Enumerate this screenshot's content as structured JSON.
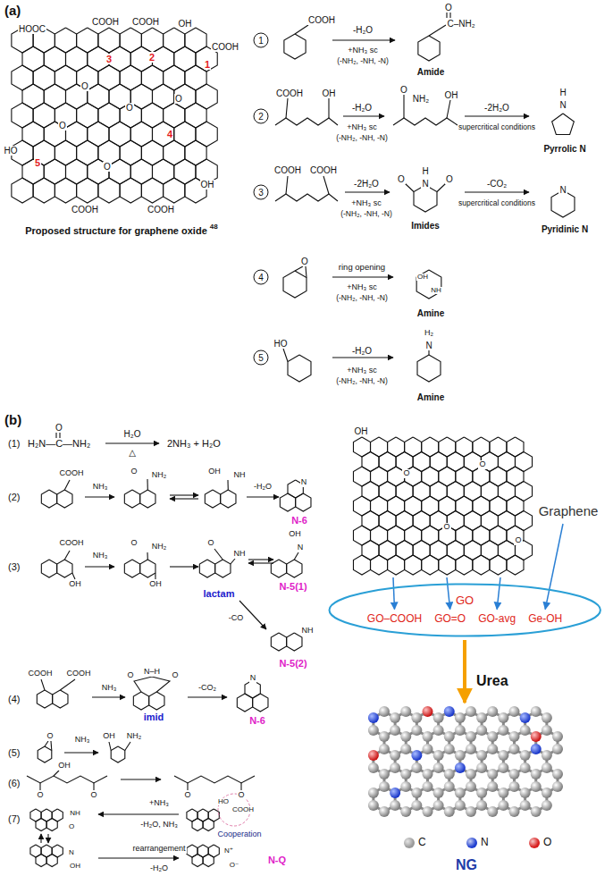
{
  "diagram": {
    "nodes": [
      {
        "text": [
          "GO",
          "GO–COOH",
          "GO=O",
          "GO-avg",
          "Ge-OH"
        ]
      }
    ],
    "labels": [
      "(a)",
      "HOOC",
      "COOH",
      "COOH",
      "OH",
      "COOH",
      "1",
      "2",
      "3",
      "4",
      "5",
      "HO",
      "O",
      "O",
      "O",
      "O",
      "O",
      "COOH",
      "COOH",
      "OH",
      "Proposed structure for graphene oxide",
      "48",
      "1",
      "2",
      "3",
      "4",
      "5",
      "COOH",
      "-H₂O",
      "+NH₃ sc",
      "(-NH₂, -NH, -N)",
      "O",
      "C–NH₂",
      "Amide",
      "COOH",
      "OH",
      "-H₂O",
      "+NH₃ sc",
      "(-NH₂, -NH, -N)",
      "O",
      "NH₂",
      "OH",
      "-2H₂O",
      "supercritical conditions",
      "H",
      "N",
      "Pyrrolic N",
      "COOH",
      "COOH",
      "-2H₂O",
      "+NH₃ sc",
      "(-NH₂, -NH, -N)",
      "H",
      "N",
      "O",
      "O",
      "Imides",
      "-CO₂",
      "supercritical conditions",
      "N",
      "Pyridinic N",
      "O",
      "ring opening",
      "+NH₃ sc",
      "(-NH₂, -NH, -N)",
      "OH",
      "NH",
      "Amine",
      "HO",
      "-H₂O",
      "+NH₃ sc",
      "(-NH₂, -NH, -N)",
      "H₂",
      "N",
      "Amine",
      "(b)",
      "(1)",
      "O",
      "H₂N—C—NH₂",
      "H₂O",
      "△",
      "2NH₃ + H₂O",
      "(2)",
      "COOH",
      "NH₃",
      "O",
      "NH₂",
      "OH",
      "NH",
      "-H₂O",
      "N",
      "N-6",
      "(3)",
      "COOH",
      "OH",
      "NH₃",
      "O",
      "NH₂",
      "OH",
      "O",
      "NH",
      "lactam",
      "OH",
      "N",
      "N-5(1)",
      "-CO",
      "NH",
      "N-5(2)",
      "(4)",
      "COOH",
      "COOH",
      "NH₃",
      "O",
      "N–H",
      "O",
      "imid",
      "-CO₂",
      "N",
      "N-6",
      "(5)",
      "O",
      "NH₃",
      "OH",
      "NH₂",
      "(6)",
      "OH",
      "O",
      "O",
      "O",
      "O",
      "(7)",
      "+NH₃",
      "-H₂O, NH₃",
      "COOH",
      "HO",
      "Cooperation",
      "NH",
      "O",
      "N",
      "OH",
      "rearrangement",
      "-H₂O",
      "N⁺",
      "O⁻",
      "N-Q",
      "OH",
      "O",
      "O",
      "O",
      "O",
      "Graphene",
      "Urea",
      "NG"
    ],
    "legend": [
      {
        "text": "C",
        "color": "#9a9a9a"
      },
      {
        "text": "N",
        "color": "#1f3fd0"
      },
      {
        "text": "O",
        "color": "#d81e1e"
      }
    ]
  }
}
